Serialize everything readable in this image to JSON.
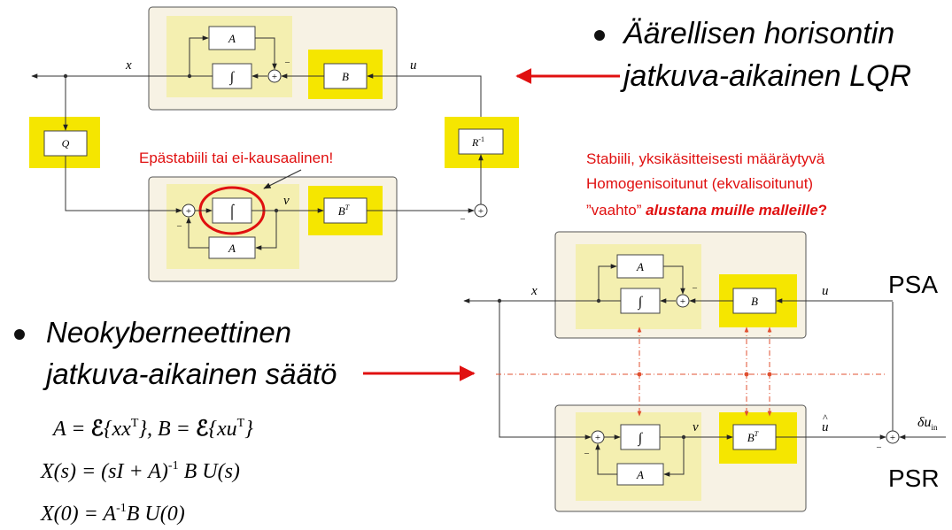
{
  "top_diagram": {
    "block_a": "A",
    "block_b": "B",
    "block_q": "Q",
    "block_rinv": "R",
    "block_rinv_sup": "-1",
    "block_bt": "B",
    "block_bt_sup": "T",
    "block_a2": "A",
    "signal_x": "x",
    "signal_u": "u",
    "signal_v": "v",
    "minus": "–",
    "annotation": "Epästabiili tai ei-kausaalinen!"
  },
  "bullets": {
    "item1_line1": "Äärellisen horisontin",
    "item1_line2": "jatkuva-aikainen LQR",
    "item2_line1": "Neokyberneettinen",
    "item2_line2": "jatkuva-aikainen säätö"
  },
  "note": {
    "line1": "Stabiili, yksikäsitteisesti määräytyvä",
    "line2": "Homogenisoitunut  (ekvalisoitunut)",
    "line3_prefix": "”vaahto”  ",
    "line3_bold": "alustana muille malleille",
    "line3_suffix": "?"
  },
  "bottom_diagram": {
    "block_a": "A",
    "block_b": "B",
    "block_bt": "B",
    "block_bt_sup": "T",
    "block_a2": "A",
    "signal_x": "x",
    "signal_u": "u",
    "signal_v": "v",
    "signal_uhat": "u",
    "signal_duin": "δu",
    "signal_duin_sub": "in",
    "label_psa": "PSA",
    "label_psr": "PSR",
    "minus": "–"
  },
  "equations": {
    "eq1_a": "A = ",
    "eq1_b": "{xx",
    "eq1_c": "T",
    "eq1_d": "}, B = ",
    "eq1_e": "{xu",
    "eq1_f": "T",
    "eq1_g": "}",
    "script_e": "ℰ",
    "eq2": "X(s) = (sI + A)",
    "eq2_sup": "-1",
    "eq2_tail": " B U(s)",
    "eq3": "X(0) = A",
    "eq3_sup": "-1",
    "eq3_tail": "B U(0)"
  },
  "colors": {
    "yellow": "#f5e600",
    "light_yellow": "#f4efb0",
    "panel": "#f7f2e4",
    "red": "#e01010",
    "dash_red": "#e05030"
  }
}
